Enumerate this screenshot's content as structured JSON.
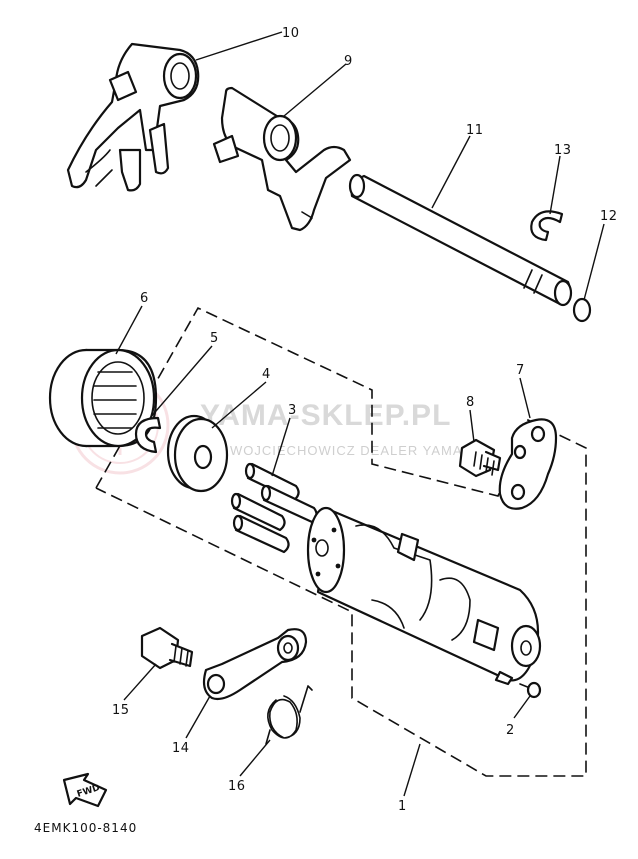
{
  "callouts": {
    "c1": "1",
    "c2": "2",
    "c3": "3",
    "c4": "4",
    "c5": "5",
    "c6": "6",
    "c7": "7",
    "c8": "8",
    "c9": "9",
    "c10": "10",
    "c11": "11",
    "c12": "12",
    "c13": "13",
    "c14": "14",
    "c15": "15",
    "c16": "16"
  },
  "watermark": {
    "title": "YAMA-SKLEP.PL",
    "subtitle": "WOJCIECHOWICZ  DEALER YAMAHA"
  },
  "fwd_label": "FWD",
  "diagram_code": "4EMK100-8140",
  "colors": {
    "ink": "#111111",
    "watermark": "#d9d9d9",
    "watermark_logo": "#f3c9cf"
  }
}
